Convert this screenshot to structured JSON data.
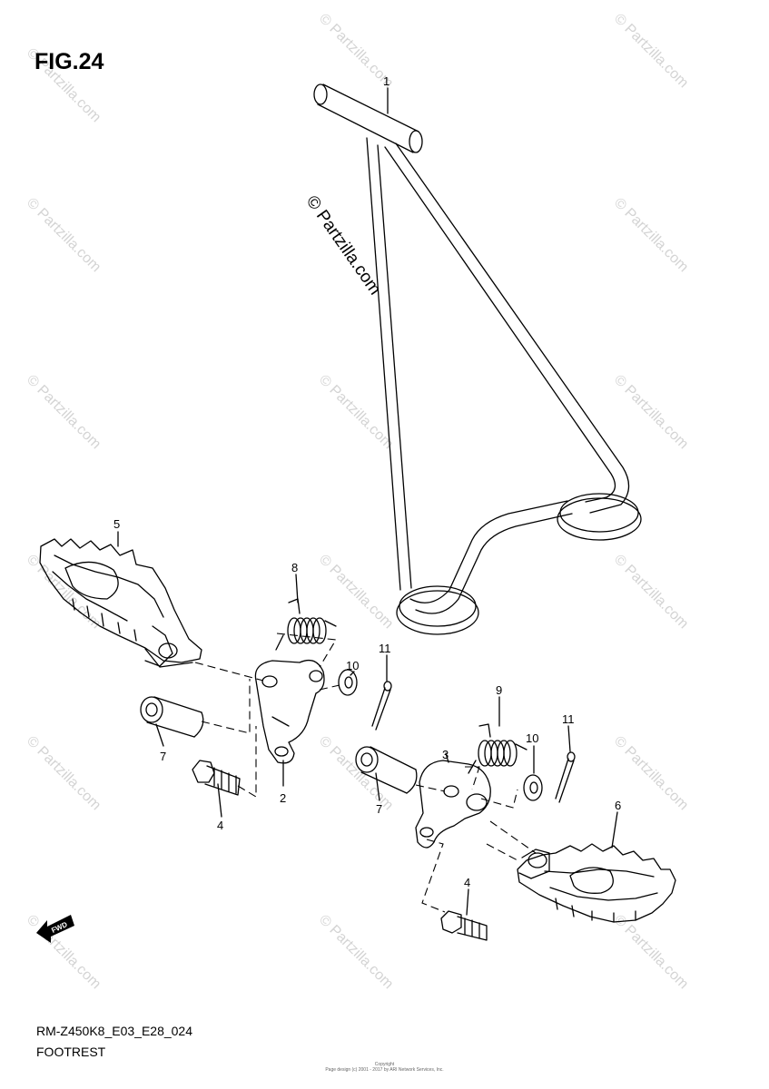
{
  "figure": {
    "title": "FIG.24"
  },
  "callouts": [
    {
      "id": "1",
      "text": "1"
    },
    {
      "id": "2",
      "text": "2"
    },
    {
      "id": "3",
      "text": "3"
    },
    {
      "id": "4a",
      "text": "4"
    },
    {
      "id": "4b",
      "text": "4"
    },
    {
      "id": "5",
      "text": "5"
    },
    {
      "id": "6",
      "text": "6"
    },
    {
      "id": "7a",
      "text": "7"
    },
    {
      "id": "7b",
      "text": "7"
    },
    {
      "id": "8",
      "text": "8"
    },
    {
      "id": "9",
      "text": "9"
    },
    {
      "id": "10a",
      "text": "10"
    },
    {
      "id": "10b",
      "text": "10"
    },
    {
      "id": "11a",
      "text": "11"
    },
    {
      "id": "11b",
      "text": "11"
    }
  ],
  "direction_label": "FWD",
  "watermark": {
    "text": "© Partzilla.com"
  },
  "footer": {
    "model_code": "RM-Z450K8_E03_E28_024",
    "caption": "FOOTREST",
    "copyright_title": "Copyright",
    "copyright_line": "Page design (c) 2001 - 2017 by ARI Network Services, Inc."
  }
}
